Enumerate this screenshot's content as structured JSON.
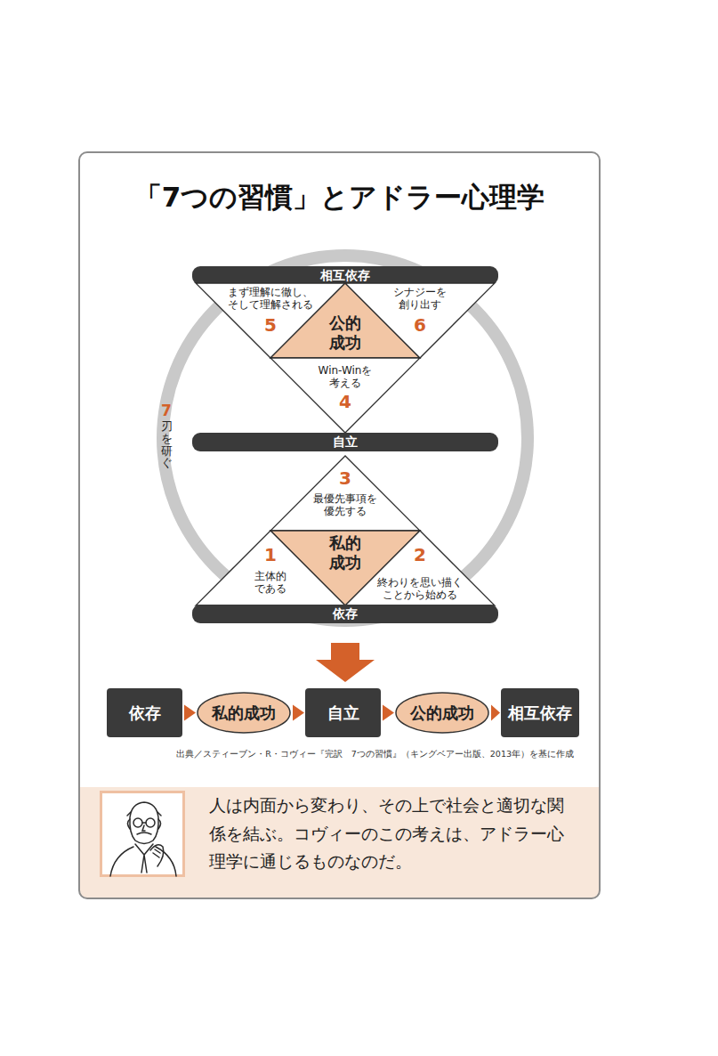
{
  "diagram": {
    "title": "「7つの習慣」とアドラー心理学",
    "caption": "出典／スティーブン・R・コヴィー『完訳　7つの習慣』（キングベアー出版、2013年）を基に作成",
    "nodes": [
      {
        "text": [
          "7",
          "刃を研ぐ"
        ]
      },
      {
        "text": [
          "相互依存"
        ],
        "in": 0
      },
      {
        "text": [
          "まず理解に徹し、 そして理解される",
          "5"
        ],
        "in": 0
      },
      {
        "text": [
          "公的 成功"
        ],
        "in": 0
      },
      {
        "text": [
          "シナジーを 創り出す",
          "6"
        ],
        "in": 0
      },
      {
        "text": [
          "Win-Winを 考える",
          "4"
        ],
        "in": 0
      },
      {
        "text": [
          "自立"
        ],
        "in": 0
      },
      {
        "text": [
          "3",
          "最優先事項を 優先する"
        ],
        "in": 0
      },
      {
        "text": [
          "私的 成功"
        ],
        "in": 0
      },
      {
        "text": [
          "1",
          "主体的 である"
        ],
        "in": 0
      },
      {
        "text": [
          "2",
          "終わりを思い描く ことから始める"
        ],
        "in": 0
      },
      {
        "text": [
          "依存"
        ],
        "in": 0
      },
      {
        "text": [
          "依存"
        ]
      },
      {
        "text": [
          "私的成功"
        ]
      },
      {
        "text": [
          "自立"
        ]
      },
      {
        "text": [
          "公的成功"
        ]
      },
      {
        "text": [
          "相互依存"
        ]
      },
      {
        "text": [
          "人は内面から変わり、その上で社会と適切な関係を結ぶ。コヴィーのこの考えは、アドラー心理学に通じるものなのだ。"
        ]
      }
    ],
    "edges": [
      {
        "from": 12,
        "to": 13,
        "arrow": "to"
      },
      {
        "from": 13,
        "to": 14,
        "arrow": "to"
      },
      {
        "from": 14,
        "to": 15,
        "arrow": "to"
      },
      {
        "from": 15,
        "to": 16,
        "arrow": "to"
      }
    ]
  }
}
